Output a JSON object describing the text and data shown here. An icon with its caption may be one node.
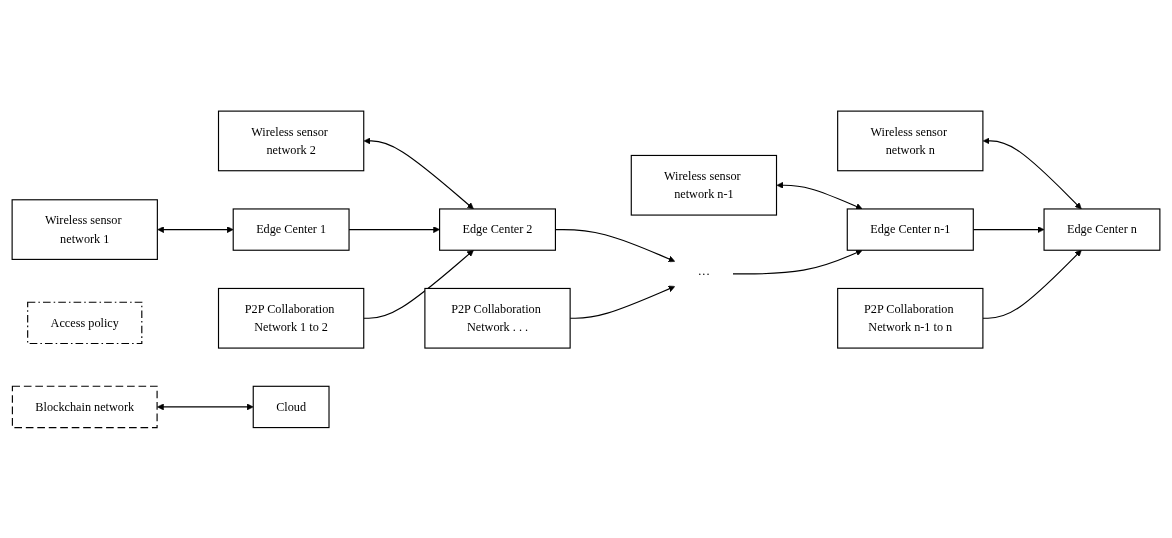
{
  "diagram": {
    "nodes": [
      {
        "text": [
          "Wireless sensor network 1"
        ]
      },
      {
        "text": [
          "Wireless sensor network 2"
        ]
      },
      {
        "text": [
          "Wireless sensor network n-1"
        ]
      },
      {
        "text": [
          "Wireless sensor network n"
        ]
      },
      {
        "text": [
          "Access policy"
        ]
      },
      {
        "text": [
          "Blockchain network"
        ]
      },
      {
        "text": [
          "Edge Center 1"
        ]
      },
      {
        "text": [
          "Edge Center 2"
        ]
      },
      {
        "text": [
          "···"
        ]
      },
      {
        "text": [
          "Edge Center n-1"
        ]
      },
      {
        "text": [
          "Edge Center n"
        ]
      },
      {
        "text": [
          "Cloud"
        ]
      },
      {
        "text": [
          "P2P Collaboration Network 1 to 2"
        ]
      },
      {
        "text": [
          "P2P Collaboration Network . . ."
        ]
      },
      {
        "text": [
          "P2P Collaboration Network n-1 to n"
        ]
      }
    ],
    "edges": [
      {
        "from": 0,
        "to": 6,
        "arrow": "both"
      },
      {
        "from": 1,
        "to": 7,
        "arrow": "both"
      },
      {
        "from": 2,
        "to": 9,
        "arrow": "both"
      },
      {
        "from": 3,
        "to": 10,
        "arrow": "both"
      },
      {
        "from": 6,
        "to": 7,
        "arrow": "to"
      },
      {
        "from": 12,
        "to": 7,
        "arrow": "to"
      },
      {
        "from": 7,
        "to": 8,
        "arrow": "to"
      },
      {
        "from": 13,
        "to": 8,
        "arrow": "to"
      },
      {
        "from": 8,
        "to": 9,
        "arrow": "to"
      },
      {
        "from": 9,
        "to": 10,
        "arrow": "to"
      },
      {
        "from": 14,
        "to": 10,
        "arrow": "to"
      },
      {
        "from": 5,
        "to": 11,
        "arrow": "both"
      }
    ]
  }
}
